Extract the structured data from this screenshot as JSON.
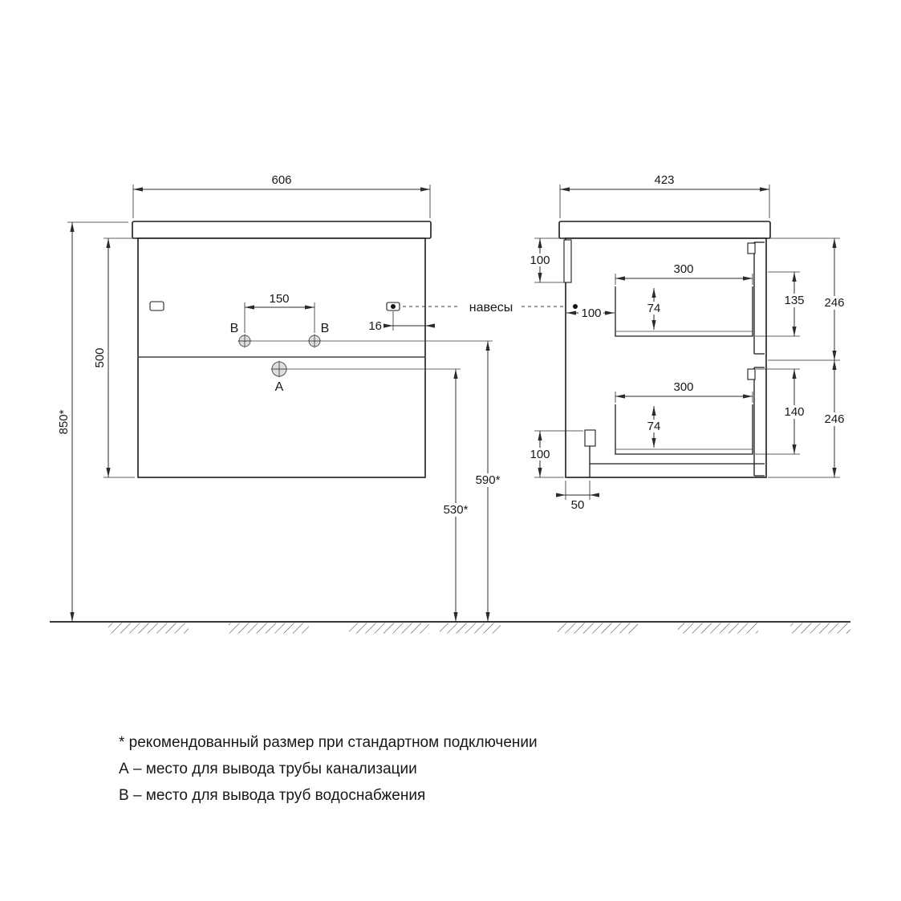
{
  "front_view": {
    "dim_width": "606",
    "dim_total_height": "850*",
    "dim_body_height": "500",
    "dim_holes_spacing": "150",
    "dim_hanger_inset": "16",
    "dim_b_height": "590*",
    "dim_a_height": "530*",
    "label_b_left": "B",
    "label_b_right": "B",
    "label_a": "A"
  },
  "side_view": {
    "dim_depth": "423",
    "dim_bracket_height": "100",
    "dim_back_clearance": "100",
    "drawer_top": {
      "dim_depth": "300",
      "dim_inner_height": "74",
      "dim_front_offset": "135",
      "dim_front_height": "246"
    },
    "drawer_bottom": {
      "dim_depth": "300",
      "dim_inner_height": "74",
      "dim_front_offset": "140",
      "dim_front_height": "246"
    },
    "dim_service_gap": "100",
    "dim_notch_depth": "50"
  },
  "callout": {
    "hangers": "навесы"
  },
  "notes": {
    "asterisk": "* рекомендованный размер при стандартном подключении",
    "a": "А – место для вывода трубы канализации",
    "b": "В – место для вывода труб водоснабжения"
  }
}
